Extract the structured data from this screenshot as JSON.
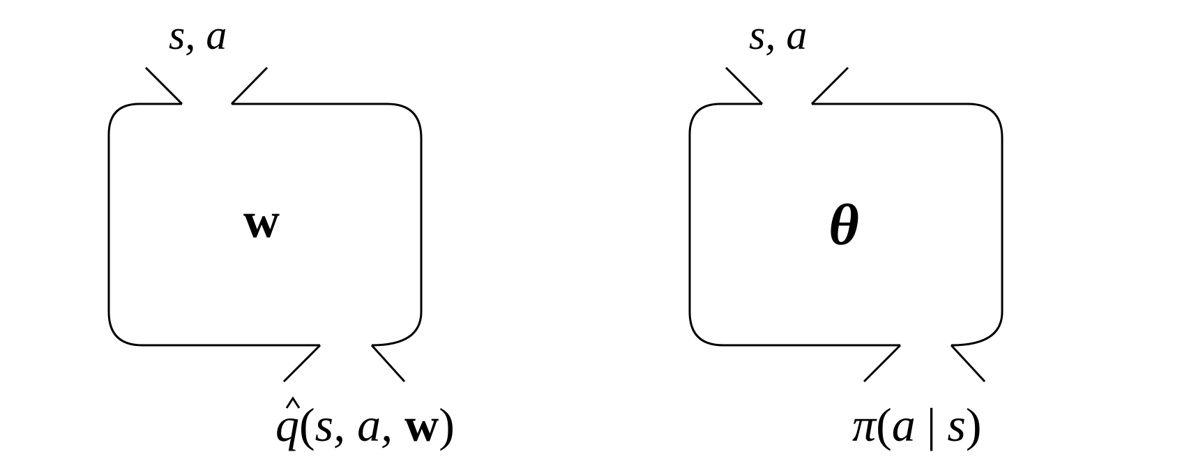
{
  "left_box": {
    "input_label": "s, a",
    "param": "w",
    "output": {
      "hat_fn": "q",
      "open": "(",
      "args": "s, a, ",
      "weight": "w",
      "close": ")"
    }
  },
  "right_box": {
    "input_label": "s, a",
    "param": "θ",
    "output": {
      "fn": "π",
      "open": "(",
      "action": "a",
      "bar": "|",
      "state": "s",
      "close": ")"
    }
  },
  "colors": {
    "line": "#000000",
    "background": "#ffffff"
  }
}
